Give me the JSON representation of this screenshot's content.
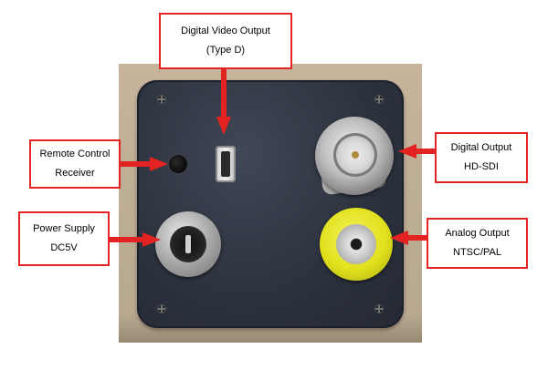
{
  "callouts": {
    "digital_video": {
      "line1": "Digital Video Output",
      "line2": "(Type D)"
    },
    "remote": {
      "line1": "Remote Control",
      "line2": "Receiver"
    },
    "power": {
      "line1": "Power Supply",
      "line2": "DC5V"
    },
    "digital_output": {
      "line1": "Digital Output",
      "line2": "HD-SDI"
    },
    "analog_output": {
      "line1": "Analog Output",
      "line2": "NTSC/PAL"
    }
  },
  "colors": {
    "callout_border": "#e32222",
    "arrow": "#e32222",
    "device_body": "#2d333f",
    "rca_yellow": "#e1e11d"
  },
  "icons": {
    "connector_icons": [
      "hdmi-port-icon",
      "bnc-connector-icon",
      "rca-connector-icon",
      "dc-jack-icon",
      "ir-receiver-icon"
    ]
  }
}
